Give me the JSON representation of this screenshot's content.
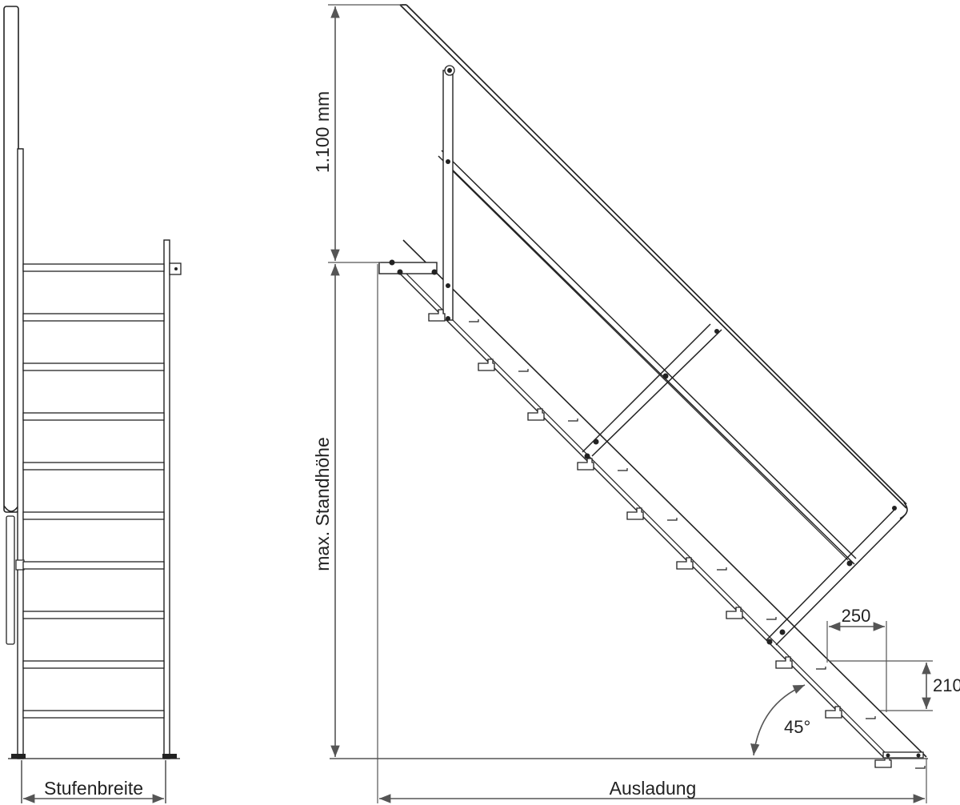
{
  "diagram": {
    "labels": {
      "handrail_height": "1.100 mm",
      "max_height": "max. Standhöhe",
      "step_width": "Stufenbreite",
      "projection": "Ausladung",
      "tread_depth": "250",
      "riser_height": "210",
      "angle": "45°"
    },
    "colors": {
      "line": "#222222",
      "dimension": "#555555",
      "background": "#ffffff"
    }
  }
}
